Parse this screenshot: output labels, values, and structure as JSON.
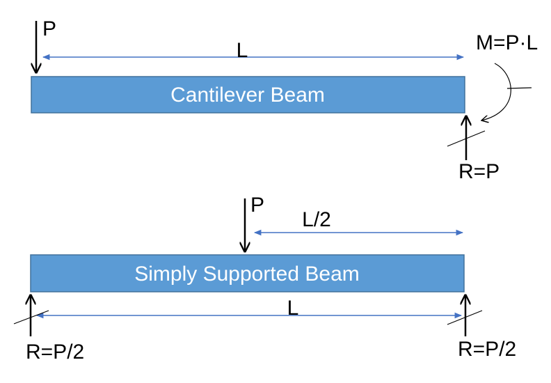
{
  "cantilever": {
    "beam_label": "Cantilever Beam",
    "load_label": "P",
    "length_label": "L",
    "moment_label": "M=P·L",
    "reaction_label": "R=P"
  },
  "simply_supported": {
    "beam_label": "Simply Supported Beam",
    "load_label": "P",
    "half_length_label": "L/2",
    "length_label": "L",
    "left_reaction_label": "R=P/2",
    "right_reaction_label": "R=P/2"
  },
  "colors": {
    "beam_fill": "#5b9bd5",
    "beam_stroke": "#41719c",
    "dimension_line": "#4472c4",
    "force": "#000000"
  }
}
